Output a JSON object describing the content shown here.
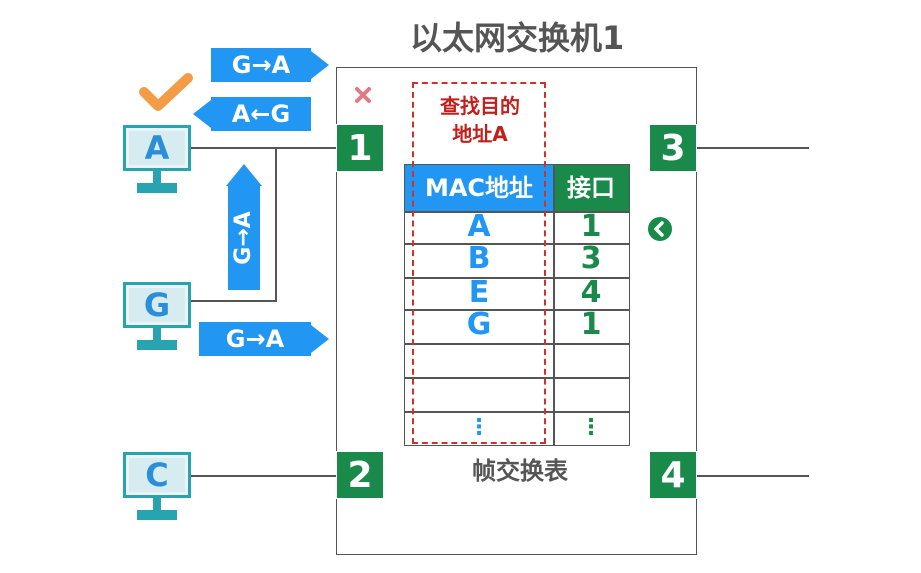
{
  "title": "以太网交换机1",
  "ports": [
    "1",
    "2",
    "3",
    "4"
  ],
  "computers": {
    "a": "A",
    "g": "G",
    "c": "C"
  },
  "frames": {
    "top_right": "G→A",
    "top_left": "A←G",
    "vertical": "G→A",
    "bottom": "G→A"
  },
  "search_note": "查找目的\n地址A",
  "table": {
    "headers": {
      "mac": "MAC地址",
      "port": "接口"
    },
    "rows": [
      {
        "mac": "A",
        "port": "1"
      },
      {
        "mac": "B",
        "port": "3"
      },
      {
        "mac": "E",
        "port": "4"
      },
      {
        "mac": "G",
        "port": "1"
      },
      {
        "mac": "",
        "port": ""
      },
      {
        "mac": "",
        "port": ""
      }
    ],
    "ellipsis_mac": "⋮",
    "ellipsis_port": "⋮",
    "caption": "帧交换表"
  },
  "colors": {
    "switch_port": "#1a8a4a",
    "frame": "#2196f3",
    "computer": "#28a3b0",
    "check": "#f39c45",
    "search_border": "#d0312d"
  },
  "icons": {
    "check": "check-icon",
    "close": "close-icon",
    "back": "back-arrow-icon"
  }
}
